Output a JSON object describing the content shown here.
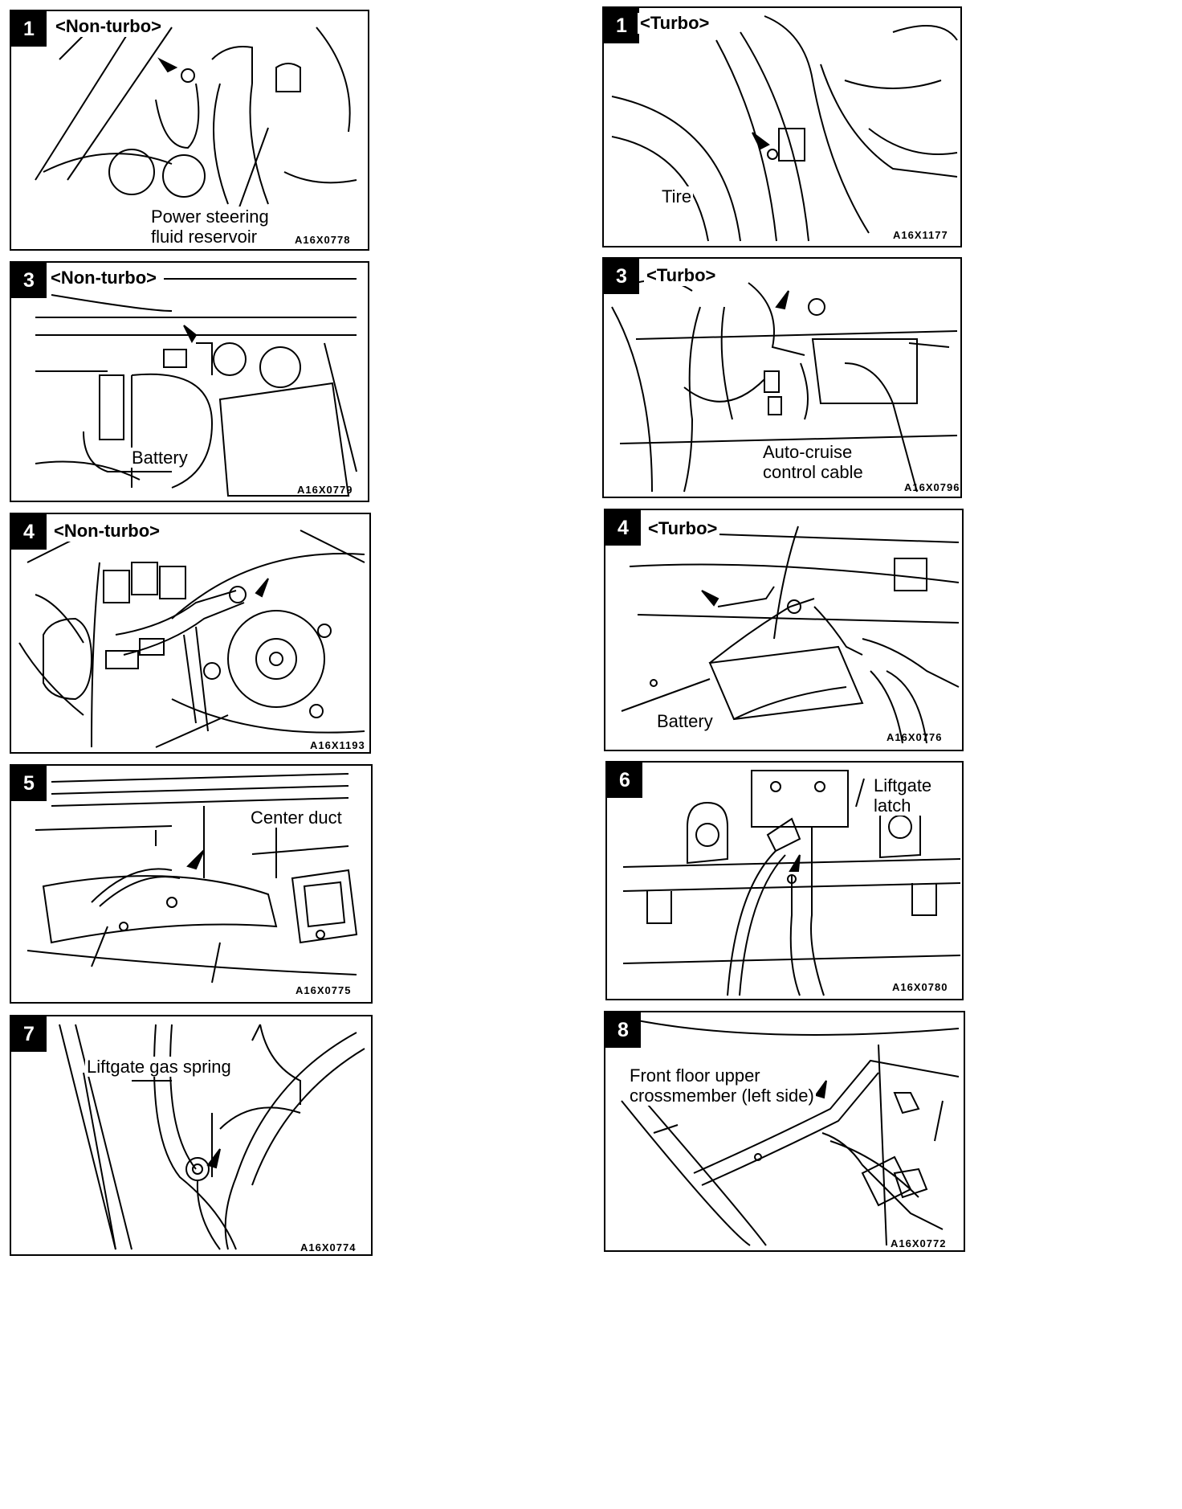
{
  "panels": [
    {
      "id": "p1-non-turbo",
      "number": "1",
      "variant": "<Non-turbo>",
      "code": "A16X0778",
      "callout": {
        "line1": "Power  steering",
        "line2": "fluid reservoir"
      }
    },
    {
      "id": "p1-turbo",
      "number": "1",
      "variant": "<Turbo>",
      "code": "A16X1177",
      "callout": {
        "line1": "Tire",
        "line2": ""
      }
    },
    {
      "id": "p3-non-turbo",
      "number": "3",
      "variant": "<Non-turbo>",
      "code": "A16X0779",
      "callout": {
        "line1": "Battery",
        "line2": ""
      }
    },
    {
      "id": "p3-turbo",
      "number": "3",
      "variant": "<Turbo>",
      "code": "A16X0796",
      "callout": {
        "line1": "Auto-cruise",
        "line2": "control cable"
      }
    },
    {
      "id": "p4-non-turbo",
      "number": "4",
      "variant": "<Non-turbo>",
      "code": "A16X1193",
      "callout": {
        "line1": "",
        "line2": ""
      }
    },
    {
      "id": "p4-turbo",
      "number": "4",
      "variant": "<Turbo>",
      "code": "A16X0776",
      "callout": {
        "line1": "Battery",
        "line2": ""
      }
    },
    {
      "id": "p5",
      "number": "5",
      "variant": "",
      "code": "A16X0775",
      "callout": {
        "line1": "Center duct",
        "line2": ""
      }
    },
    {
      "id": "p6",
      "number": "6",
      "variant": "",
      "code": "A16X0780",
      "callout": {
        "line1": "Liftgate",
        "line2": "latch"
      }
    },
    {
      "id": "p7",
      "number": "7",
      "variant": "",
      "code": "A16X0774",
      "callout": {
        "line1": "Liftgate gas spring",
        "line2": ""
      }
    },
    {
      "id": "p8",
      "number": "8",
      "variant": "",
      "code": "A16X0772",
      "callout": {
        "line1": "Front floor upper",
        "line2": "crossmember (left side)"
      }
    }
  ]
}
